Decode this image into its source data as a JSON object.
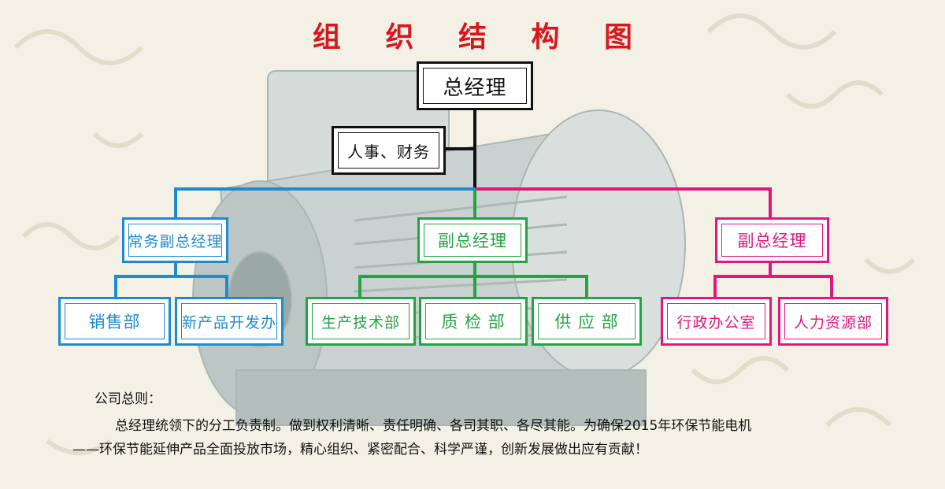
{
  "title": "组 织 结 构 图",
  "nodes": {
    "ceo": "总经理",
    "hr_finance": "人事、财务",
    "vp_exec": "常务副总经理",
    "vp_center": "副总经理",
    "vp_right": "副总经理",
    "sales": "销售部",
    "new_product": "新产品开发办",
    "production_tech": "生产技术部",
    "quality": "质 检 部",
    "supply": "供 应 部",
    "admin_office": "行政办公室",
    "human_resources": "人力资源部"
  },
  "rules": {
    "heading": "公司总则：",
    "paragraph1": "总经理统领下的分工负责制。做到权利清晰、责任明确、各司其职、各尽其能。为确保2015年环保节能电机",
    "paragraph2": "——环保节能延伸产品全面投放市场，精心组织、紧密配合、科学严谨，创新发展做出应有贡献！"
  },
  "colors": {
    "title": "#d7191f",
    "black_branch": "#111111",
    "blue_branch": "#1d8bd0",
    "green_branch": "#22a443",
    "pink_branch": "#e2177e"
  }
}
